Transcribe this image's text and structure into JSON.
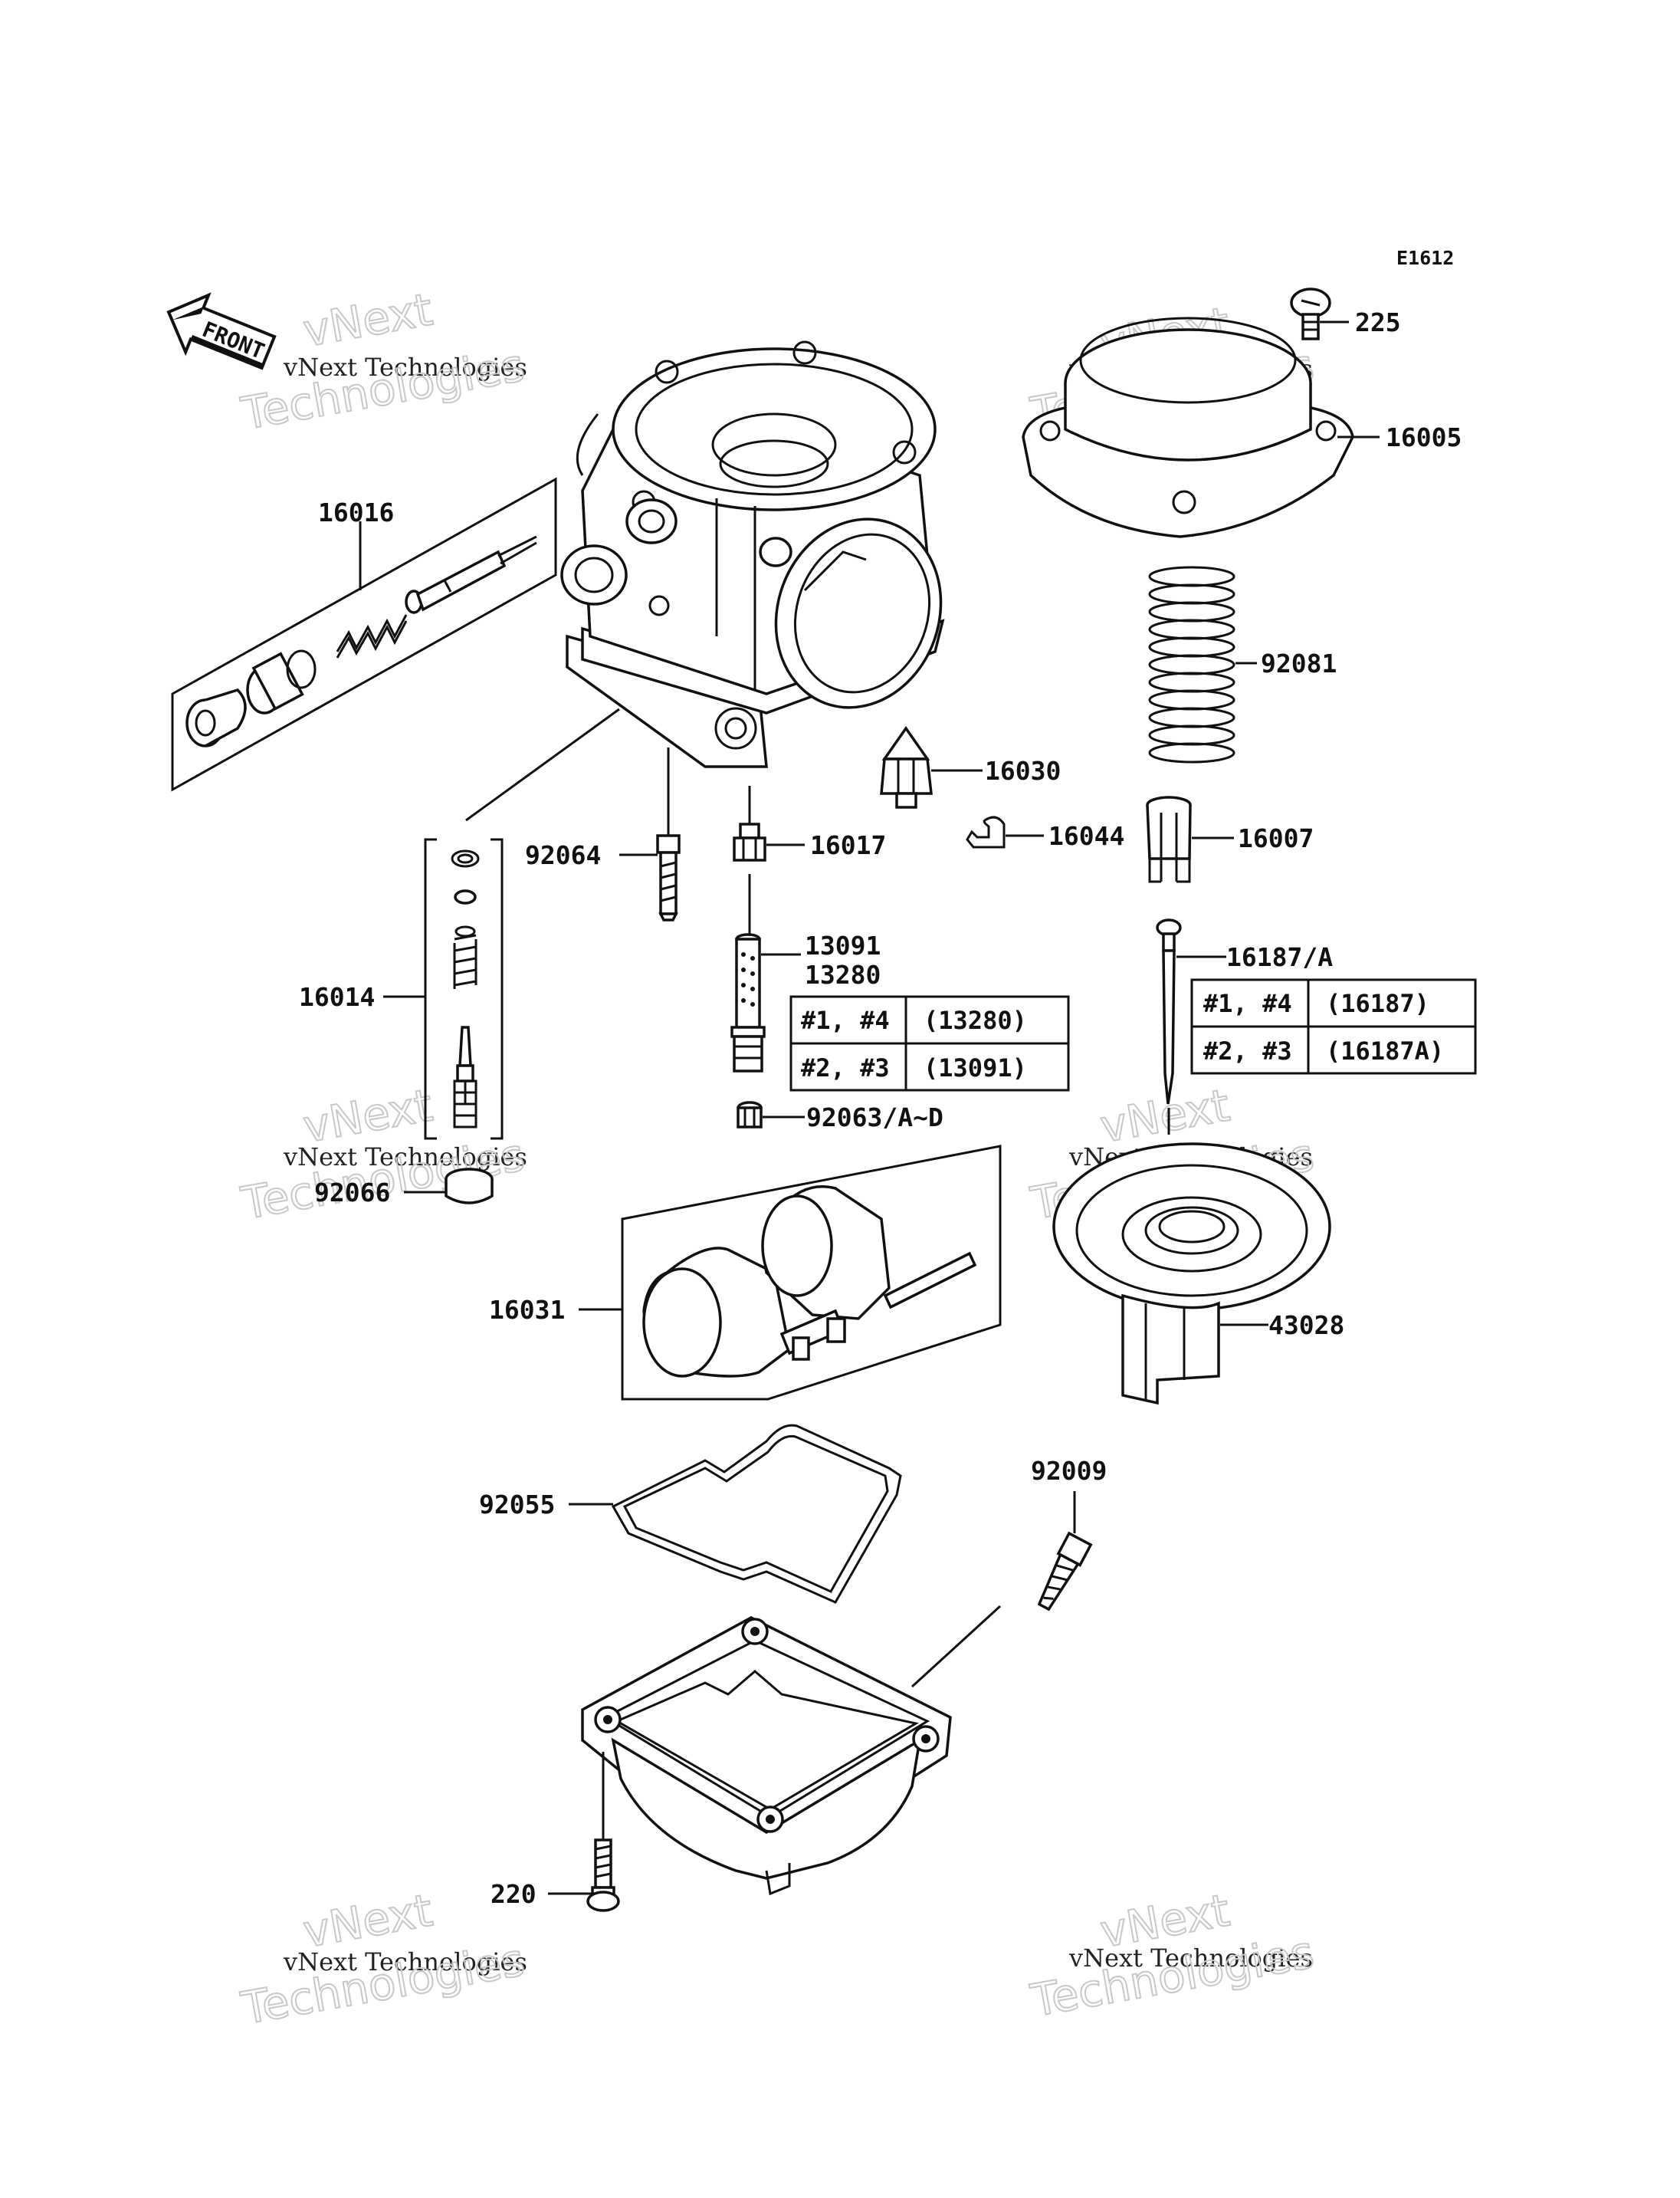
{
  "diagram_code": "E1612",
  "front_label": "FRONT",
  "watermark": {
    "line1": "vNext",
    "line2": "vNext Technologies",
    "line3": "Technologies"
  },
  "parts": {
    "p225": "225",
    "p16005": "16005",
    "p16016": "16016",
    "p92081": "92081",
    "p16030": "16030",
    "p16044": "16044",
    "p16007": "16007",
    "p16017": "16017",
    "p92064": "92064",
    "p13091": "13091",
    "p13280": "13280",
    "p16187": "16187/A",
    "p16014": "16014",
    "p92063": "92063/A~D",
    "p92066": "92066",
    "p16031": "16031",
    "p43028": "43028",
    "p92009": "92009",
    "p92055": "92055",
    "p220": "220"
  },
  "table_13280": [
    {
      "carb": "#1, #4",
      "part": "(13280)"
    },
    {
      "carb": "#2, #3",
      "part": "(13091)"
    }
  ],
  "table_16187": [
    {
      "carb": "#1, #4",
      "part": "(16187)"
    },
    {
      "carb": "#2, #3",
      "part": "(16187A)"
    }
  ]
}
